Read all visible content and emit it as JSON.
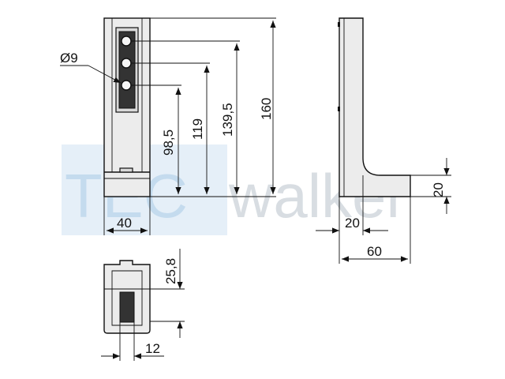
{
  "watermark": {
    "part1": "TEC",
    "part2": "walker",
    "box_color": "#cfe2f3"
  },
  "front_view": {
    "hole_diameter_label": "Ø9",
    "dim_98_5": "98,5",
    "dim_119": "119",
    "dim_139_5": "139,5",
    "dim_160": "160",
    "dim_width_40": "40"
  },
  "side_view": {
    "dim_height_20": "20",
    "dim_thickness_20": "20",
    "dim_depth_60": "60"
  },
  "bottom_view": {
    "dim_25_8": "25,8",
    "dim_12": "12"
  }
}
